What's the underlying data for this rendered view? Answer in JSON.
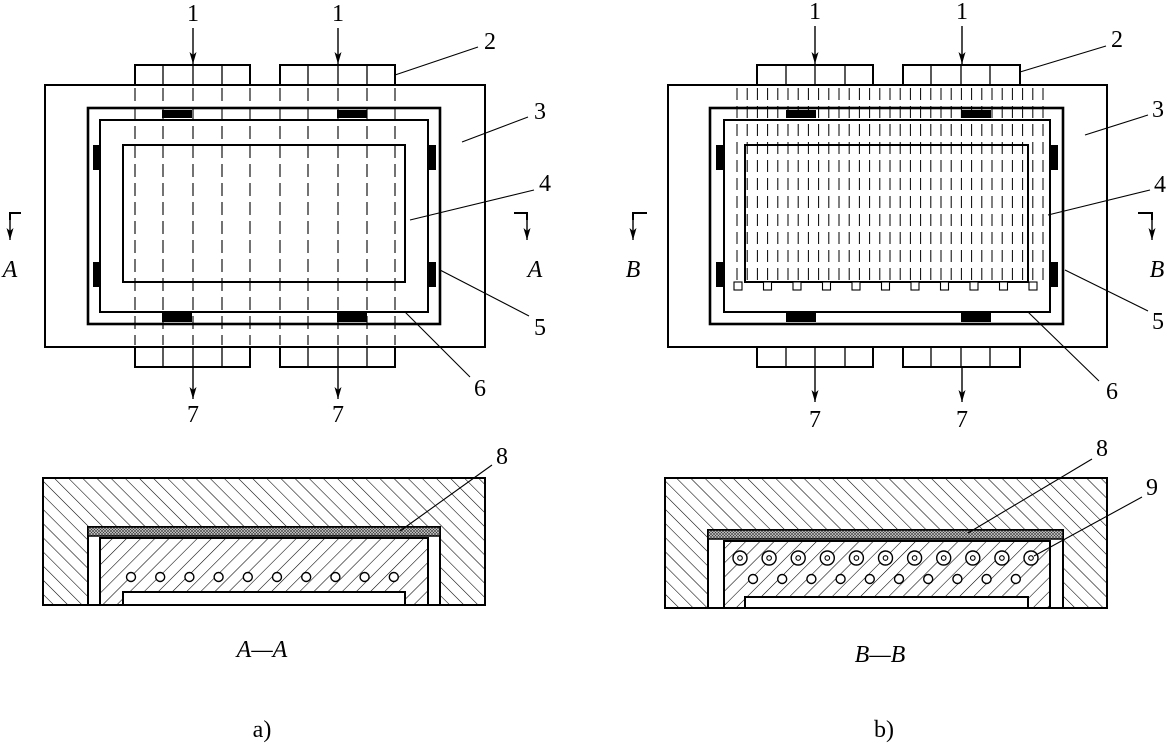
{
  "figure_a": {
    "inlet_labels": [
      "1",
      "1"
    ],
    "outlet_labels": [
      "7",
      "7"
    ],
    "part_labels": [
      "2",
      "3",
      "4",
      "5",
      "6"
    ],
    "section_marks": [
      "A",
      "A"
    ],
    "section_part_labels": [
      "8"
    ],
    "section_title": "A—A",
    "caption": "a)"
  },
  "figure_b": {
    "inlet_labels": [
      "1",
      "1"
    ],
    "outlet_labels": [
      "7",
      "7"
    ],
    "part_labels": [
      "2",
      "3",
      "4",
      "5",
      "6"
    ],
    "section_marks": [
      "B",
      "B"
    ],
    "section_part_labels": [
      "8",
      "9"
    ],
    "section_title": "B—B",
    "caption": "b)"
  }
}
